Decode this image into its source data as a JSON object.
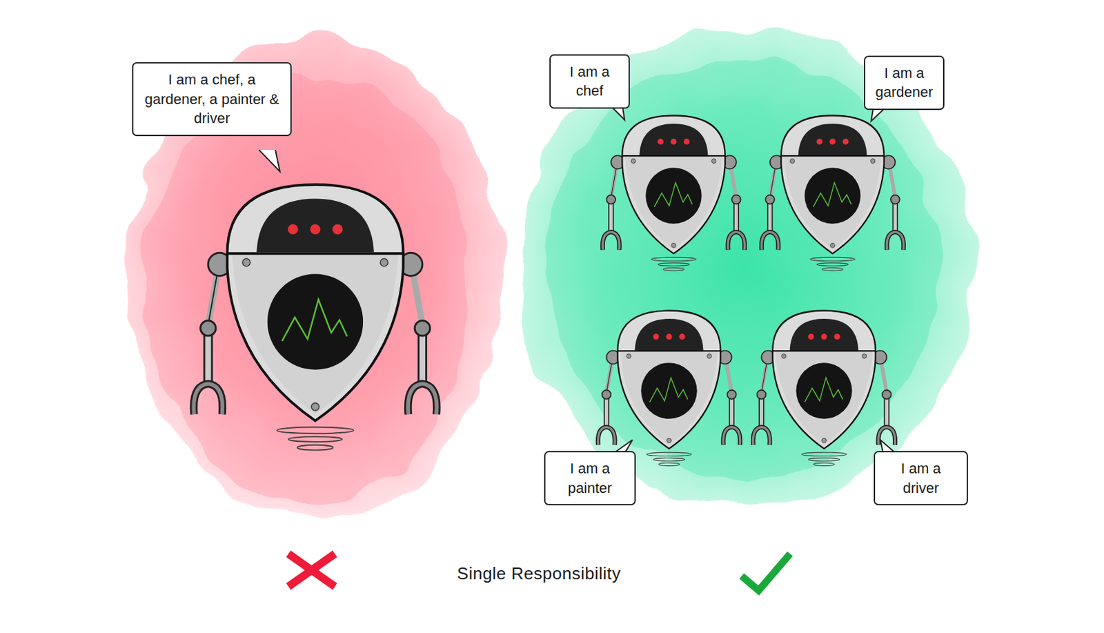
{
  "diagram": {
    "caption": "Single Responsibility",
    "nodes": [
      {
        "text": [
          "I am a chef, a gardener, a painter & driver"
        ]
      },
      {
        "text": [
          "I am a chef"
        ]
      },
      {
        "text": [
          "I am a gardener"
        ]
      },
      {
        "text": [
          "I am a painter"
        ]
      },
      {
        "text": [
          "I am a driver"
        ]
      }
    ]
  }
}
